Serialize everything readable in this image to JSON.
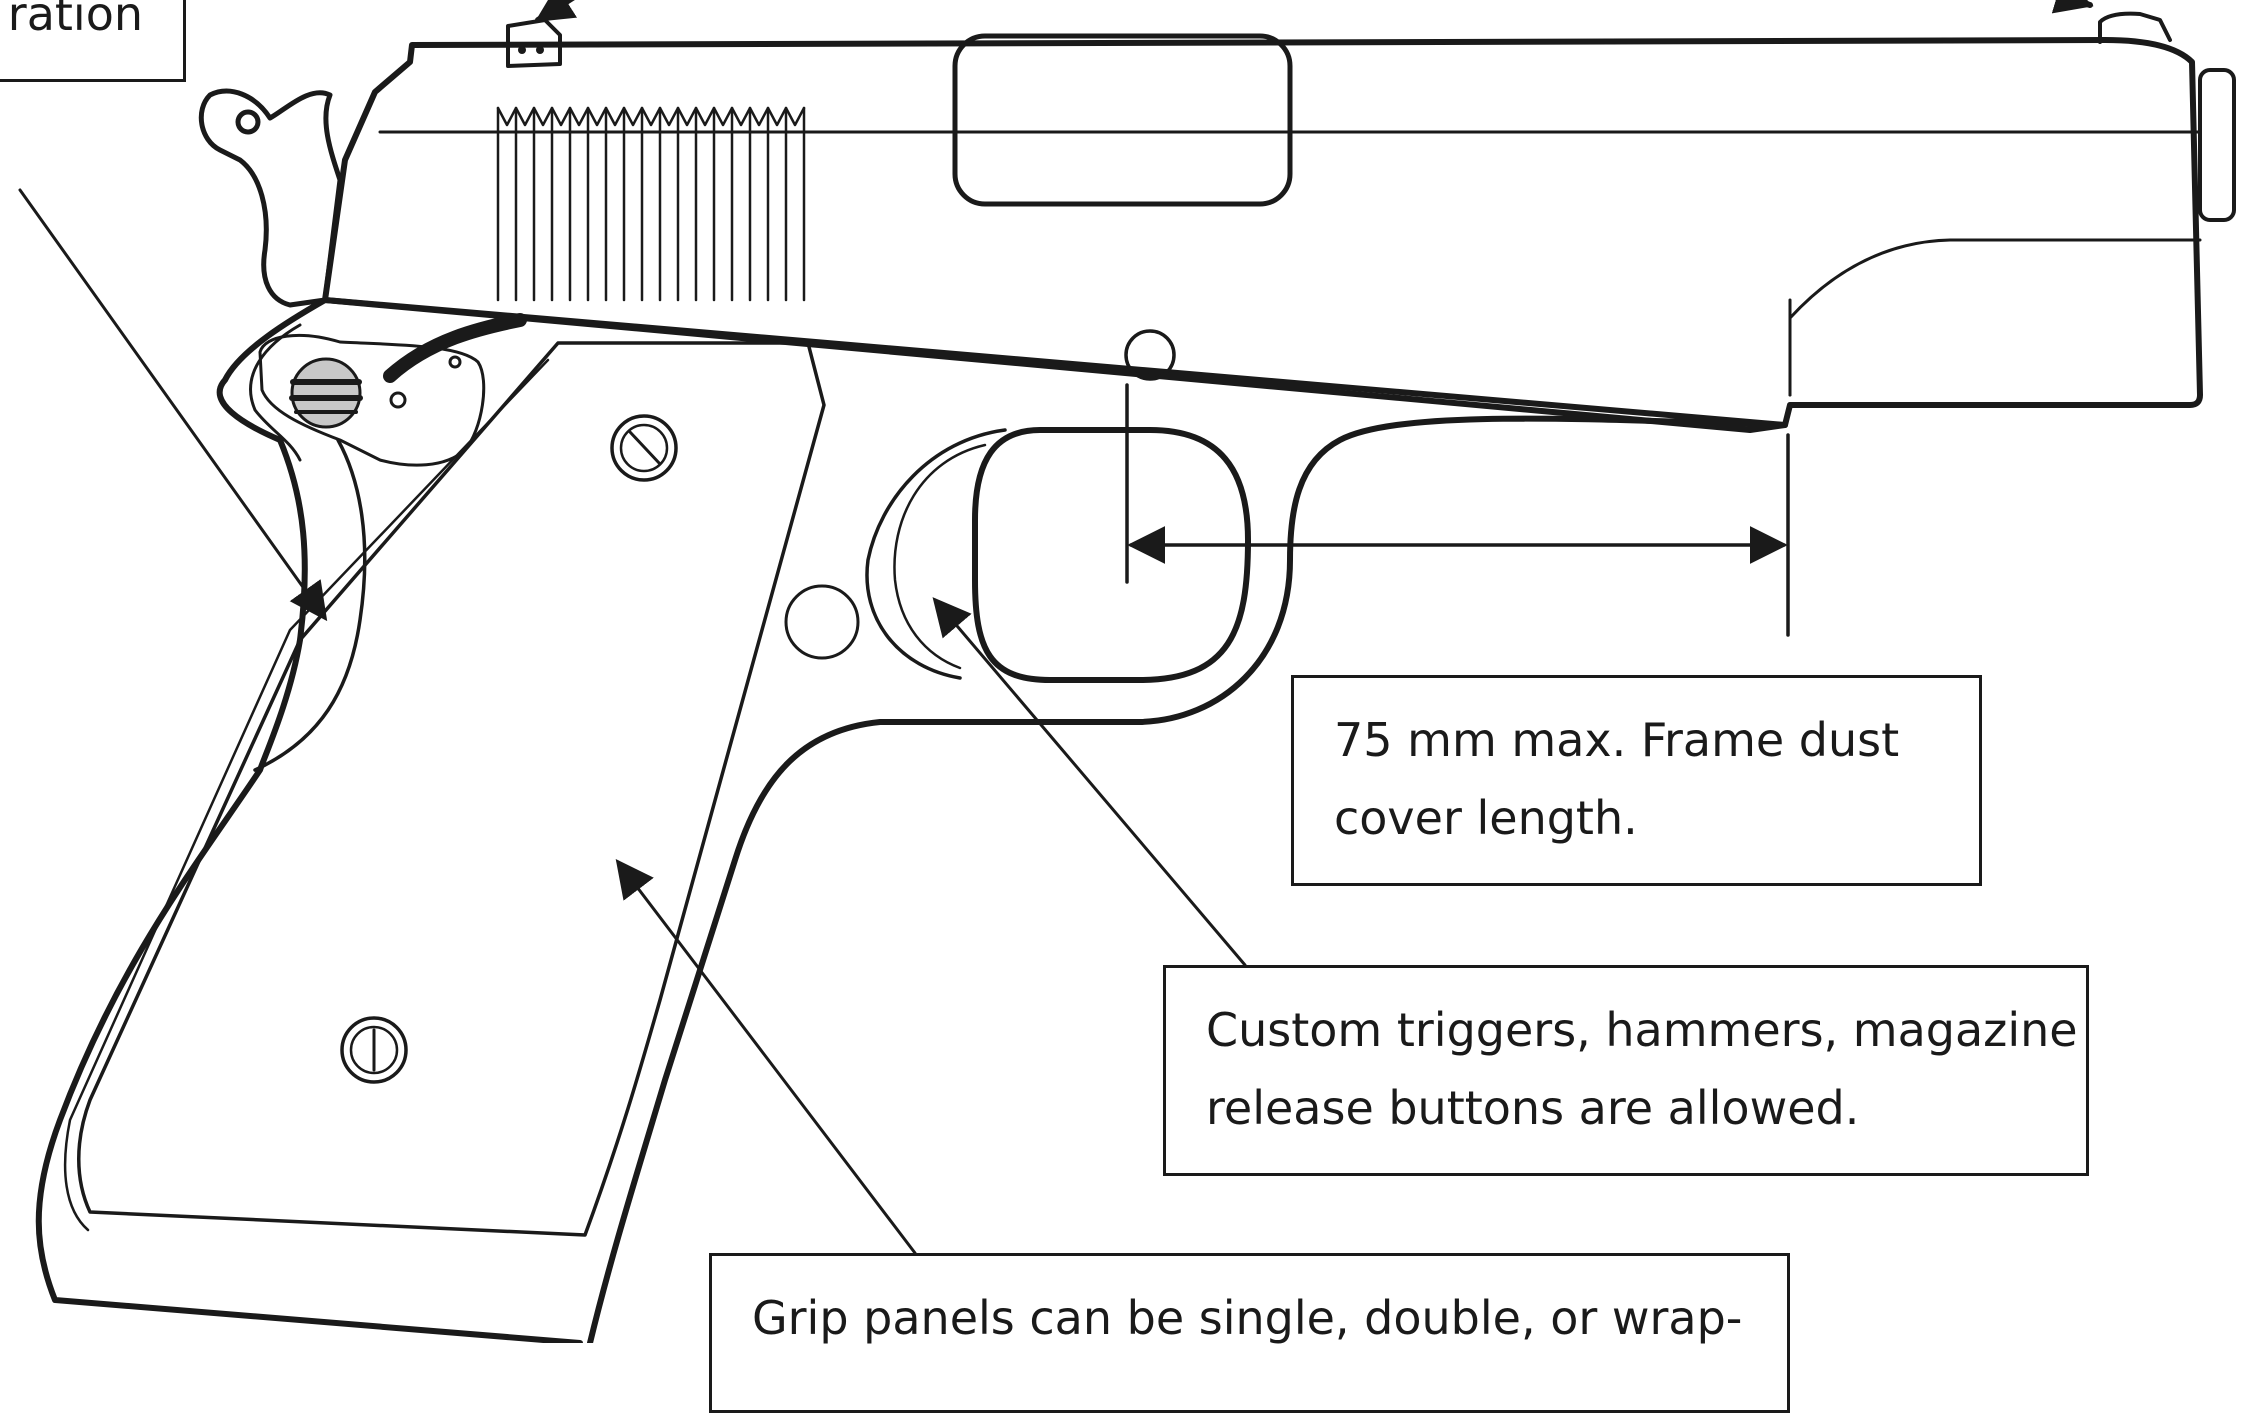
{
  "diagram": {
    "colors": {
      "ink": "#1a1a1a",
      "background": "#ffffff",
      "accent_gray": "#8a8a8a"
    },
    "callouts": {
      "top_left": {
        "line1": "ration"
      },
      "dust_cover": {
        "line1": "75 mm max. Frame dust",
        "line2": "cover length."
      },
      "custom_parts": {
        "line1": "Custom triggers, hammers, magazine",
        "line2": "release buttons are allowed."
      },
      "grip_panels": {
        "line1": "Grip panels can be single, double, or wrap-"
      }
    }
  }
}
